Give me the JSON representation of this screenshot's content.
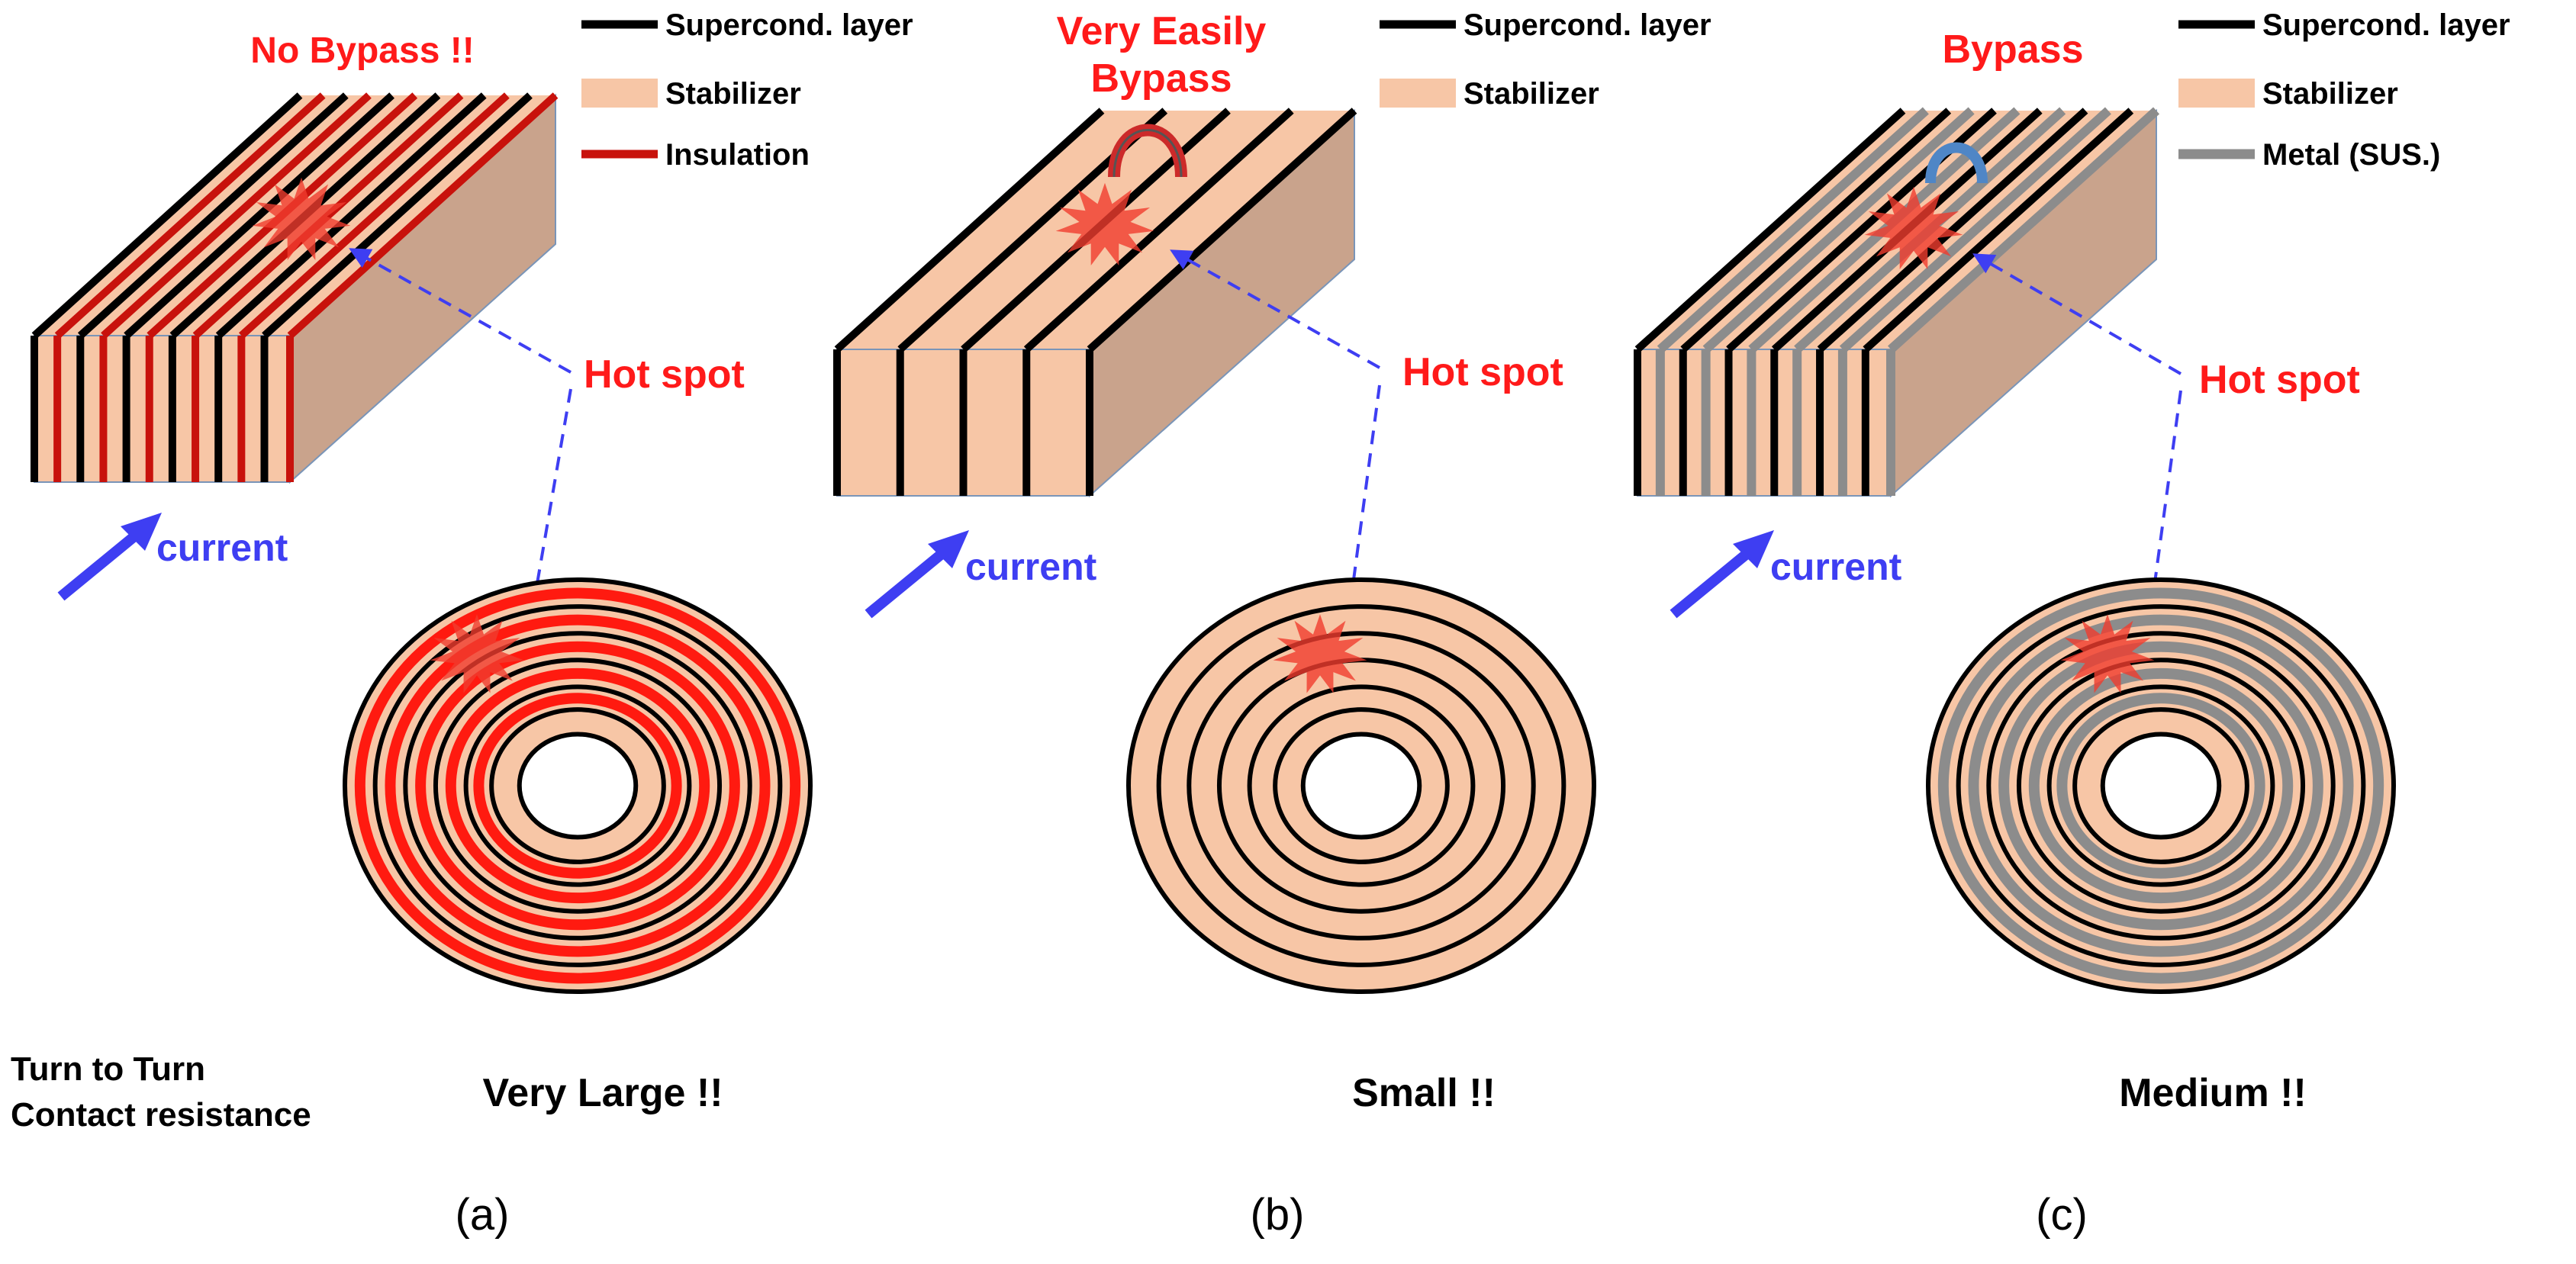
{
  "colors": {
    "supercond": "#000000",
    "stabilizer": "#f7c6a6",
    "stabilizer_side": "#c9a38c",
    "insulation": "#c8120c",
    "insulation_ring": "#ff1a10",
    "metal": "#8c8c8c",
    "hotspot": "#f03c2e",
    "hotspot_label": "#ff1a1a",
    "arrow_blue": "#3e3ef2",
    "bypass_arc_a": "#cc2a2a",
    "bypass_arc_c": "#4f86c6"
  },
  "panels": [
    {
      "id": "a",
      "status": "No Bypass !!",
      "legend": [
        "Supercond. layer",
        "Stabilizer",
        "Insulation"
      ],
      "hotspot_label": "Hot spot",
      "current_label": "current",
      "resistance": "Very Large !!",
      "caption": "(a)",
      "middle_layer": "insulation"
    },
    {
      "id": "b",
      "status": "Very Easily Bypass",
      "status_lines": [
        "Very Easily",
        "Bypass"
      ],
      "legend": [
        "Supercond. layer",
        "Stabilizer"
      ],
      "hotspot_label": "Hot spot",
      "current_label": "current",
      "resistance": "Small !!",
      "caption": "(b)",
      "middle_layer": "none"
    },
    {
      "id": "c",
      "status": "Bypass",
      "legend": [
        "Supercond. layer",
        "Stabilizer",
        "Metal (SUS.)"
      ],
      "hotspot_label": "Hot spot",
      "current_label": "current",
      "resistance": "Medium !!",
      "caption": "(c)",
      "middle_layer": "metal"
    }
  ],
  "row_label": [
    "Turn to Turn",
    "Contact resistance"
  ],
  "icons": [
    "current-arrow-icon",
    "hot-spot-burst-icon",
    "bypass-arc-icon",
    "dashed-pointer-arrow-icon"
  ]
}
